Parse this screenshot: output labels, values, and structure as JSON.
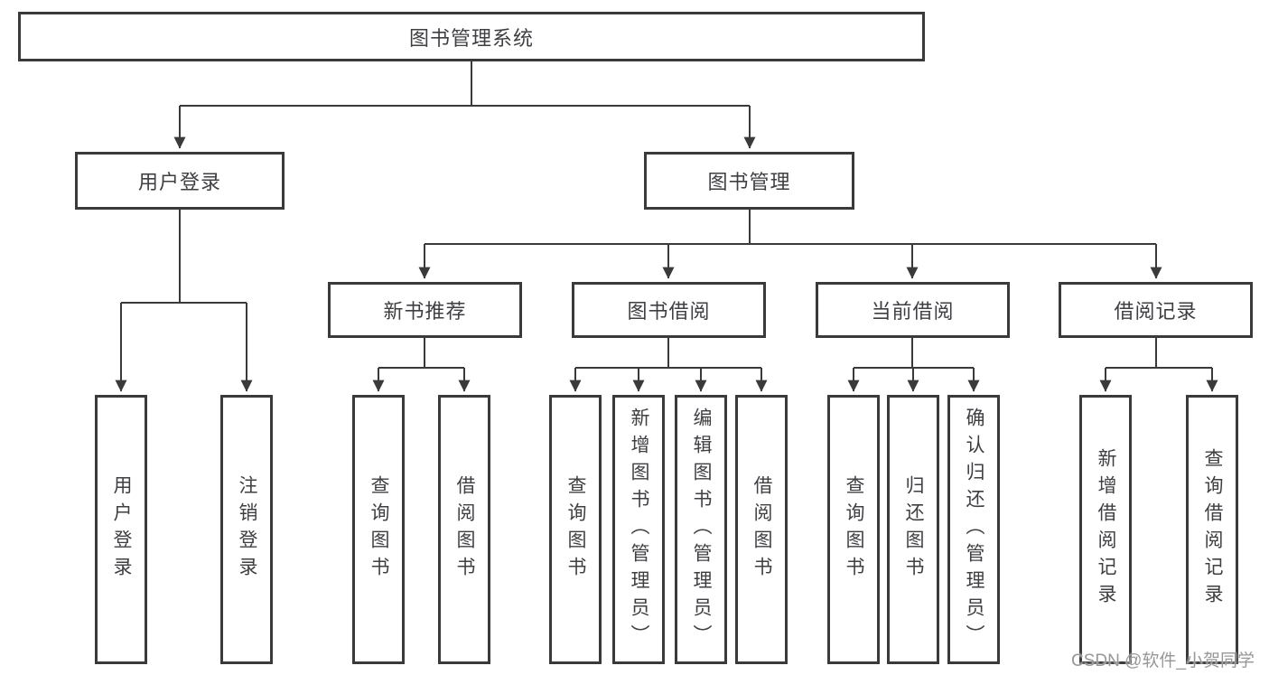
{
  "diagram": {
    "root": {
      "label": "图书管理系统"
    },
    "branches": [
      {
        "label": "用户登录",
        "children": [
          {
            "label": "用户登录"
          },
          {
            "label": "注销登录"
          }
        ]
      },
      {
        "label": "图书管理",
        "children": [
          {
            "label": "新书推荐",
            "children": [
              {
                "label": "查询图书"
              },
              {
                "label": "借阅图书"
              }
            ]
          },
          {
            "label": "图书借阅",
            "children": [
              {
                "label": "查询图书"
              },
              {
                "label": "新增图书（管理员）"
              },
              {
                "label": "编辑图书（管理员）"
              },
              {
                "label": "借阅图书"
              }
            ]
          },
          {
            "label": "当前借阅",
            "children": [
              {
                "label": "查询图书"
              },
              {
                "label": "归还图书"
              },
              {
                "label": "确认归还（管理员）"
              }
            ]
          },
          {
            "label": "借阅记录",
            "children": [
              {
                "label": "新增借阅记录"
              },
              {
                "label": "查询借阅记录"
              }
            ]
          }
        ]
      }
    ]
  },
  "colors": {
    "line": "#3a3a3d",
    "box_border": "#3a3a3d",
    "text": "#3f3f43",
    "watermark": "#979797"
  },
  "watermark": {
    "text": "CSDN @软件_小贺同学"
  }
}
